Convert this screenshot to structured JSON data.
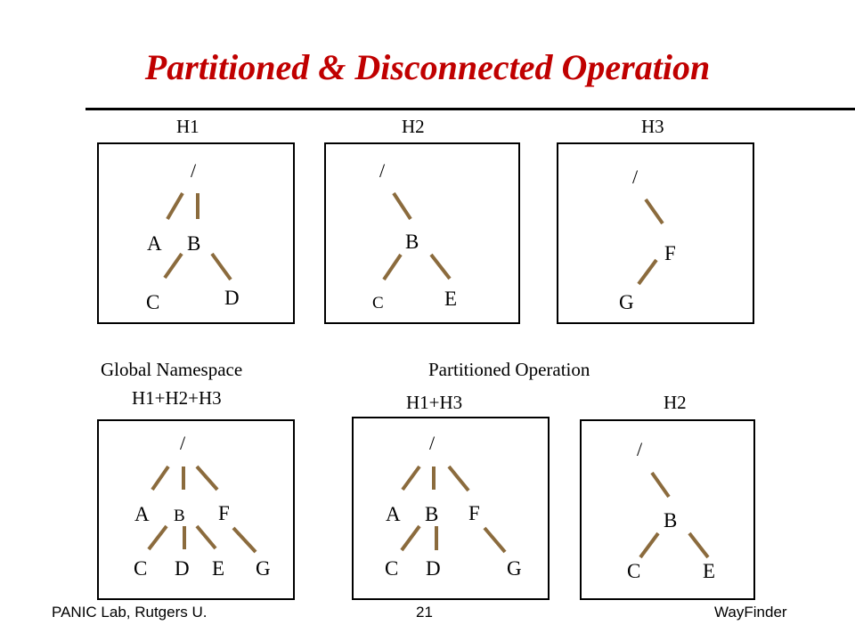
{
  "slide": {
    "title": "Partitioned & Disconnected Operation",
    "labels": {
      "h1": "H1",
      "h2": "H2",
      "h3": "H3",
      "global_line1": "Global Namespace",
      "global_line2": "H1+H2+H3",
      "partitioned": "Partitioned Operation",
      "h1h3": "H1+H3",
      "h2_bottom": "H2"
    },
    "footer": {
      "left": "PANIC Lab, Rutgers U.",
      "page": "21",
      "right": "WayFinder"
    }
  },
  "trees": {
    "h1": {
      "root": "/",
      "a": "A",
      "b": "B",
      "c": "C",
      "d": "D"
    },
    "h2": {
      "root": "/",
      "b": "B",
      "c": "C",
      "e": "E"
    },
    "h3": {
      "root": "/",
      "f": "F",
      "g": "G"
    },
    "global": {
      "root": "/",
      "a": "A",
      "b": "B",
      "f": "F",
      "c": "C",
      "d": "D",
      "e": "E",
      "g": "G"
    },
    "h1h3": {
      "root": "/",
      "a": "A",
      "b": "B",
      "f": "F",
      "c": "C",
      "d": "D",
      "g": "G"
    },
    "h2b": {
      "root": "/",
      "b": "B",
      "c": "C",
      "e": "E"
    }
  },
  "colors": {
    "title": "#c00000",
    "edge": "#8b6b3d"
  }
}
